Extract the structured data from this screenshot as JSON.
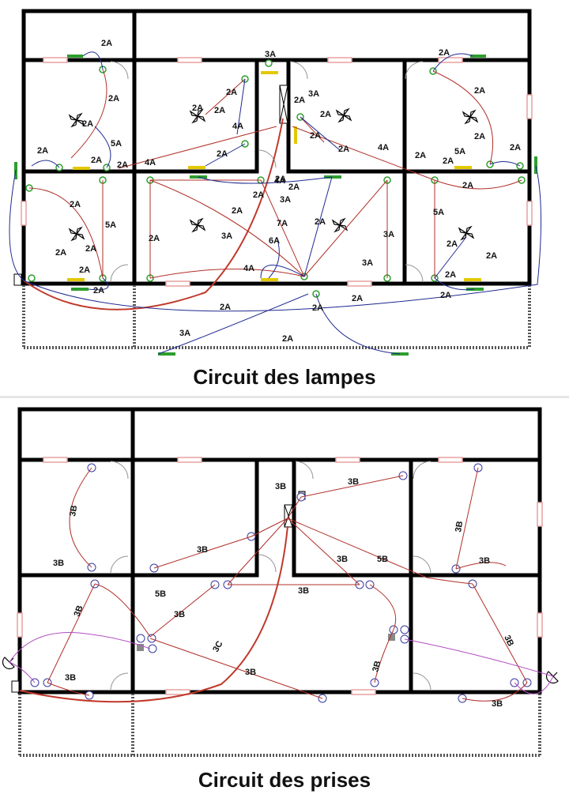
{
  "titles": {
    "top": "Circuit des lampes",
    "bottom": "Circuit des prises"
  },
  "colors": {
    "wall": "#000000",
    "lamp_wire": "#b0302a",
    "switch_wire": "#1f2a8f",
    "feeder": "#c0392b",
    "tv_wire": "#b24fc1",
    "switch_symbol": "#2e9e2e",
    "lamp_bar": "#e3c800",
    "window": "#e8a0a0",
    "outlet": "#3a3aa0"
  },
  "lamp_labels": [
    "2A",
    "2A",
    "2A",
    "2A",
    "2A",
    "5A",
    "2A",
    "2A",
    "4A",
    "3A",
    "2A",
    "2A",
    "4A",
    "2A",
    "2A",
    "3A",
    "2A",
    "2A",
    "2A",
    "4A",
    "2A",
    "5A",
    "2A",
    "2A",
    "2A",
    "2A",
    "4A",
    "2A",
    "3A",
    "2A",
    "7A",
    "2A",
    "3A",
    "2A",
    "3A",
    "5A",
    "2A",
    "2A",
    "2A",
    "5A",
    "2A",
    "2A",
    "2A",
    "2A",
    "6A",
    "3A",
    "4A",
    "2A",
    "2A",
    "3A",
    "2A",
    "2A",
    "2A",
    "2A",
    "2A",
    "2A",
    "2A",
    "2A"
  ],
  "socket_labels": [
    "3B",
    "3B",
    "3B",
    "3B",
    "3B",
    "3B",
    "5B",
    "3B",
    "3B",
    "3B",
    "5B",
    "3B",
    "3B",
    "3C",
    "3B",
    "3B",
    "3B",
    "3B",
    "3B"
  ],
  "icons": {
    "fan": "ceiling-fan-icon",
    "switch": "wall-switch-icon",
    "lamp": "lamp-point-icon",
    "outlet": "power-outlet-icon",
    "tv": "tv-outlet-icon",
    "antenna": "satellite-dish-icon",
    "panel": "distribution-panel-icon"
  }
}
